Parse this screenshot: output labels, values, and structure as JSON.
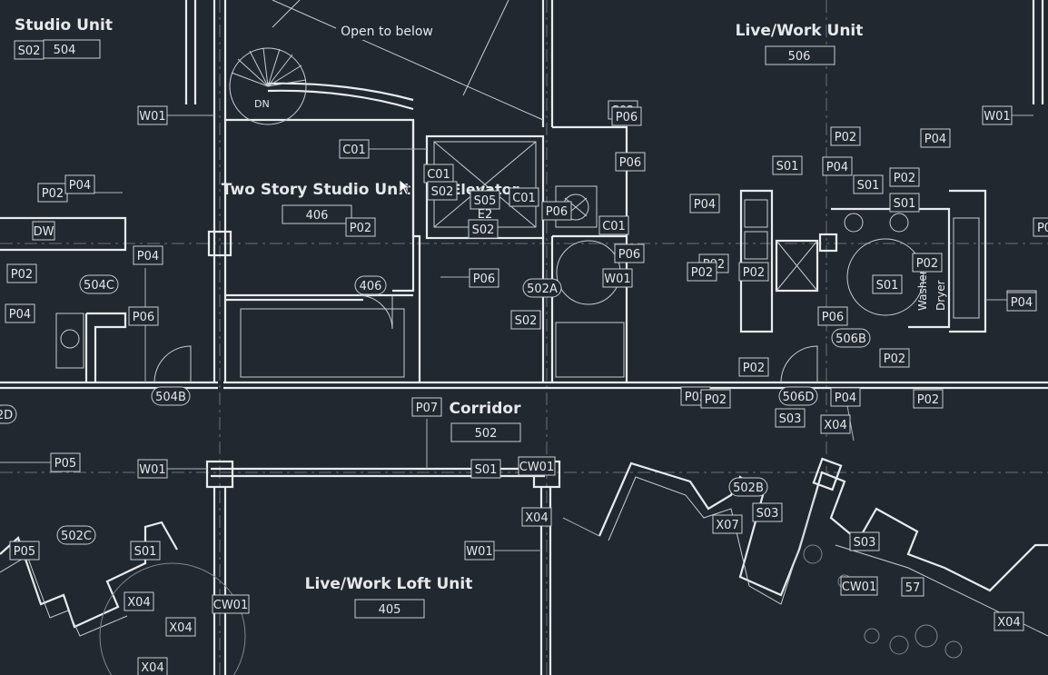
{
  "colors": {
    "background": "#212830",
    "linework": "#e9ecee",
    "text": "#e6e8ea"
  },
  "rooms": [
    {
      "name": "Studio Unit",
      "number": "504"
    },
    {
      "name": "Live/Work Unit",
      "number": "506"
    },
    {
      "name": "Two Story Studio Unit",
      "number": "406"
    },
    {
      "name": "Elevator",
      "number": "E2"
    },
    {
      "name": "Corridor",
      "number": "502"
    },
    {
      "name": "Live/Work Loft Unit",
      "number": "405"
    }
  ],
  "notes": {
    "open_to_below": "Open to below",
    "dn": "DN",
    "dw": "DW",
    "washer": "Washer",
    "dryer": "Dryer"
  },
  "tags": [
    {
      "text": "S02"
    },
    {
      "text": "W01"
    },
    {
      "text": "C01"
    },
    {
      "text": "P02"
    },
    {
      "text": "P04"
    },
    {
      "text": "P04"
    },
    {
      "text": "DW"
    },
    {
      "text": "P02"
    },
    {
      "text": "P04"
    },
    {
      "text": "P06"
    },
    {
      "text": "P04"
    },
    {
      "text": "P02"
    },
    {
      "text": "C01"
    },
    {
      "text": "S02"
    },
    {
      "text": "S05"
    },
    {
      "text": "C01"
    },
    {
      "text": "S02"
    },
    {
      "text": "P06"
    },
    {
      "text": "C01"
    },
    {
      "text": "P06"
    },
    {
      "text": "W01"
    },
    {
      "text": "S02"
    },
    {
      "text": "P06"
    },
    {
      "text": "S02"
    },
    {
      "text": "P06"
    },
    {
      "text": "P06"
    },
    {
      "text": "W01"
    },
    {
      "text": "P02"
    },
    {
      "text": "P04"
    },
    {
      "text": "S01"
    },
    {
      "text": "P04"
    },
    {
      "text": "S01"
    },
    {
      "text": "P02"
    },
    {
      "text": "S01"
    },
    {
      "text": "P04"
    },
    {
      "text": "P02"
    },
    {
      "text": "P02"
    },
    {
      "text": "P02"
    },
    {
      "text": "P02"
    },
    {
      "text": "S01"
    },
    {
      "text": "P06"
    },
    {
      "text": "P04"
    },
    {
      "text": "P02"
    },
    {
      "text": "P02"
    },
    {
      "text": "P02"
    },
    {
      "text": "P02"
    },
    {
      "text": "P04"
    },
    {
      "text": "P02"
    },
    {
      "text": "S03"
    },
    {
      "text": "X04"
    },
    {
      "text": "P07"
    },
    {
      "text": "P05"
    },
    {
      "text": "W01"
    },
    {
      "text": "S01"
    },
    {
      "text": "CW01"
    },
    {
      "text": "X04"
    },
    {
      "text": "S03"
    },
    {
      "text": "X07"
    },
    {
      "text": "W01"
    },
    {
      "text": "P05"
    },
    {
      "text": "S01"
    },
    {
      "text": "X04"
    },
    {
      "text": "X04"
    },
    {
      "text": "CW01"
    },
    {
      "text": "X04"
    },
    {
      "text": "S03"
    },
    {
      "text": "CW01"
    },
    {
      "text": "57"
    },
    {
      "text": "X04"
    },
    {
      "text": "P0"
    },
    {
      "text": "P04"
    },
    {
      "text": "P02"
    }
  ],
  "door_tags": [
    {
      "text": "504C"
    },
    {
      "text": "504B"
    },
    {
      "text": "406"
    },
    {
      "text": "502A"
    },
    {
      "text": "506B"
    },
    {
      "text": "506D"
    },
    {
      "text": "502B"
    },
    {
      "text": "502C"
    },
    {
      "text": "2D"
    }
  ]
}
